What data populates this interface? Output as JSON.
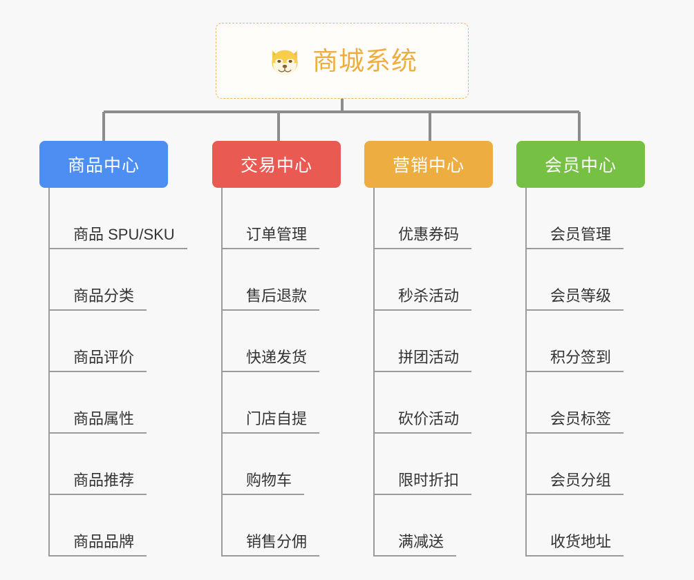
{
  "background_color": "#f8f8f8",
  "root": {
    "title": "商城系统",
    "icon": "shiba-dog-face-icon",
    "text_color": "#edad41",
    "border_color": "#eab464",
    "fill_color": "#fffdf9"
  },
  "connector": {
    "color": "#8c8c8c",
    "leaf_line_color": "#9a9a9a"
  },
  "branches": [
    {
      "label": "商品中心",
      "color": "#4d8ef2",
      "items": [
        "商品 SPU/SKU",
        "商品分类",
        "商品评价",
        "商品属性",
        "商品推荐",
        "商品品牌"
      ]
    },
    {
      "label": "交易中心",
      "color": "#e95a53",
      "items": [
        "订单管理",
        "售后退款",
        "快递发货",
        "门店自提",
        "购物车",
        "销售分佣"
      ]
    },
    {
      "label": "营销中心",
      "color": "#edad41",
      "items": [
        "优惠券码",
        "秒杀活动",
        "拼团活动",
        "砍价活动",
        "限时折扣",
        "满减送"
      ]
    },
    {
      "label": "会员中心",
      "color": "#76c043",
      "items": [
        "会员管理",
        "会员等级",
        "积分签到",
        "会员标签",
        "会员分组",
        "收货地址"
      ]
    }
  ]
}
